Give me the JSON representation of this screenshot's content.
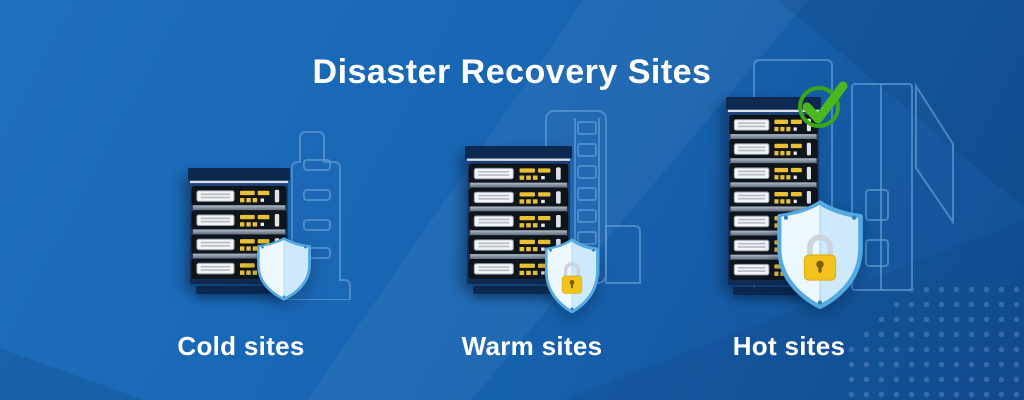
{
  "title": "Disaster Recovery Sites",
  "sites": [
    {
      "id": "cold",
      "label": "Cold sites",
      "server_rows": 4,
      "shield": {
        "present": true,
        "lock": false,
        "size": "small"
      },
      "checkmark": false,
      "icons": [
        "server-rack-icon",
        "shield-icon",
        "building-outline-icon"
      ]
    },
    {
      "id": "warm",
      "label": "Warm sites",
      "server_rows": 5,
      "shield": {
        "present": true,
        "lock": true,
        "size": "medium"
      },
      "checkmark": false,
      "icons": [
        "server-rack-icon",
        "shield-lock-icon",
        "building-outline-icon"
      ]
    },
    {
      "id": "hot",
      "label": "Hot sites",
      "server_rows": 7,
      "shield": {
        "present": true,
        "lock": true,
        "size": "large"
      },
      "checkmark": true,
      "icons": [
        "server-rack-icon",
        "shield-lock-icon",
        "checkmark-icon",
        "building-outline-icon"
      ]
    }
  ],
  "colors": {
    "background": "#1765b2",
    "title_text": "#ffffff",
    "label_text": "#ffffff",
    "rack_cap": "#0d2950",
    "rack_body": "#1b3d6e",
    "server_unit": "#10151c",
    "led_yellow": "#e8c233",
    "panel_white": "#f3f5f7",
    "shield_border": "#54abe4",
    "shield_fill": "#cde9fb",
    "shield_fill_light": "#ecf7fe",
    "lock_body": "#f2c31d",
    "lock_shackle": "#ccd5dd",
    "check_green": "#4bb720",
    "building_line": "#5f9bd4"
  }
}
